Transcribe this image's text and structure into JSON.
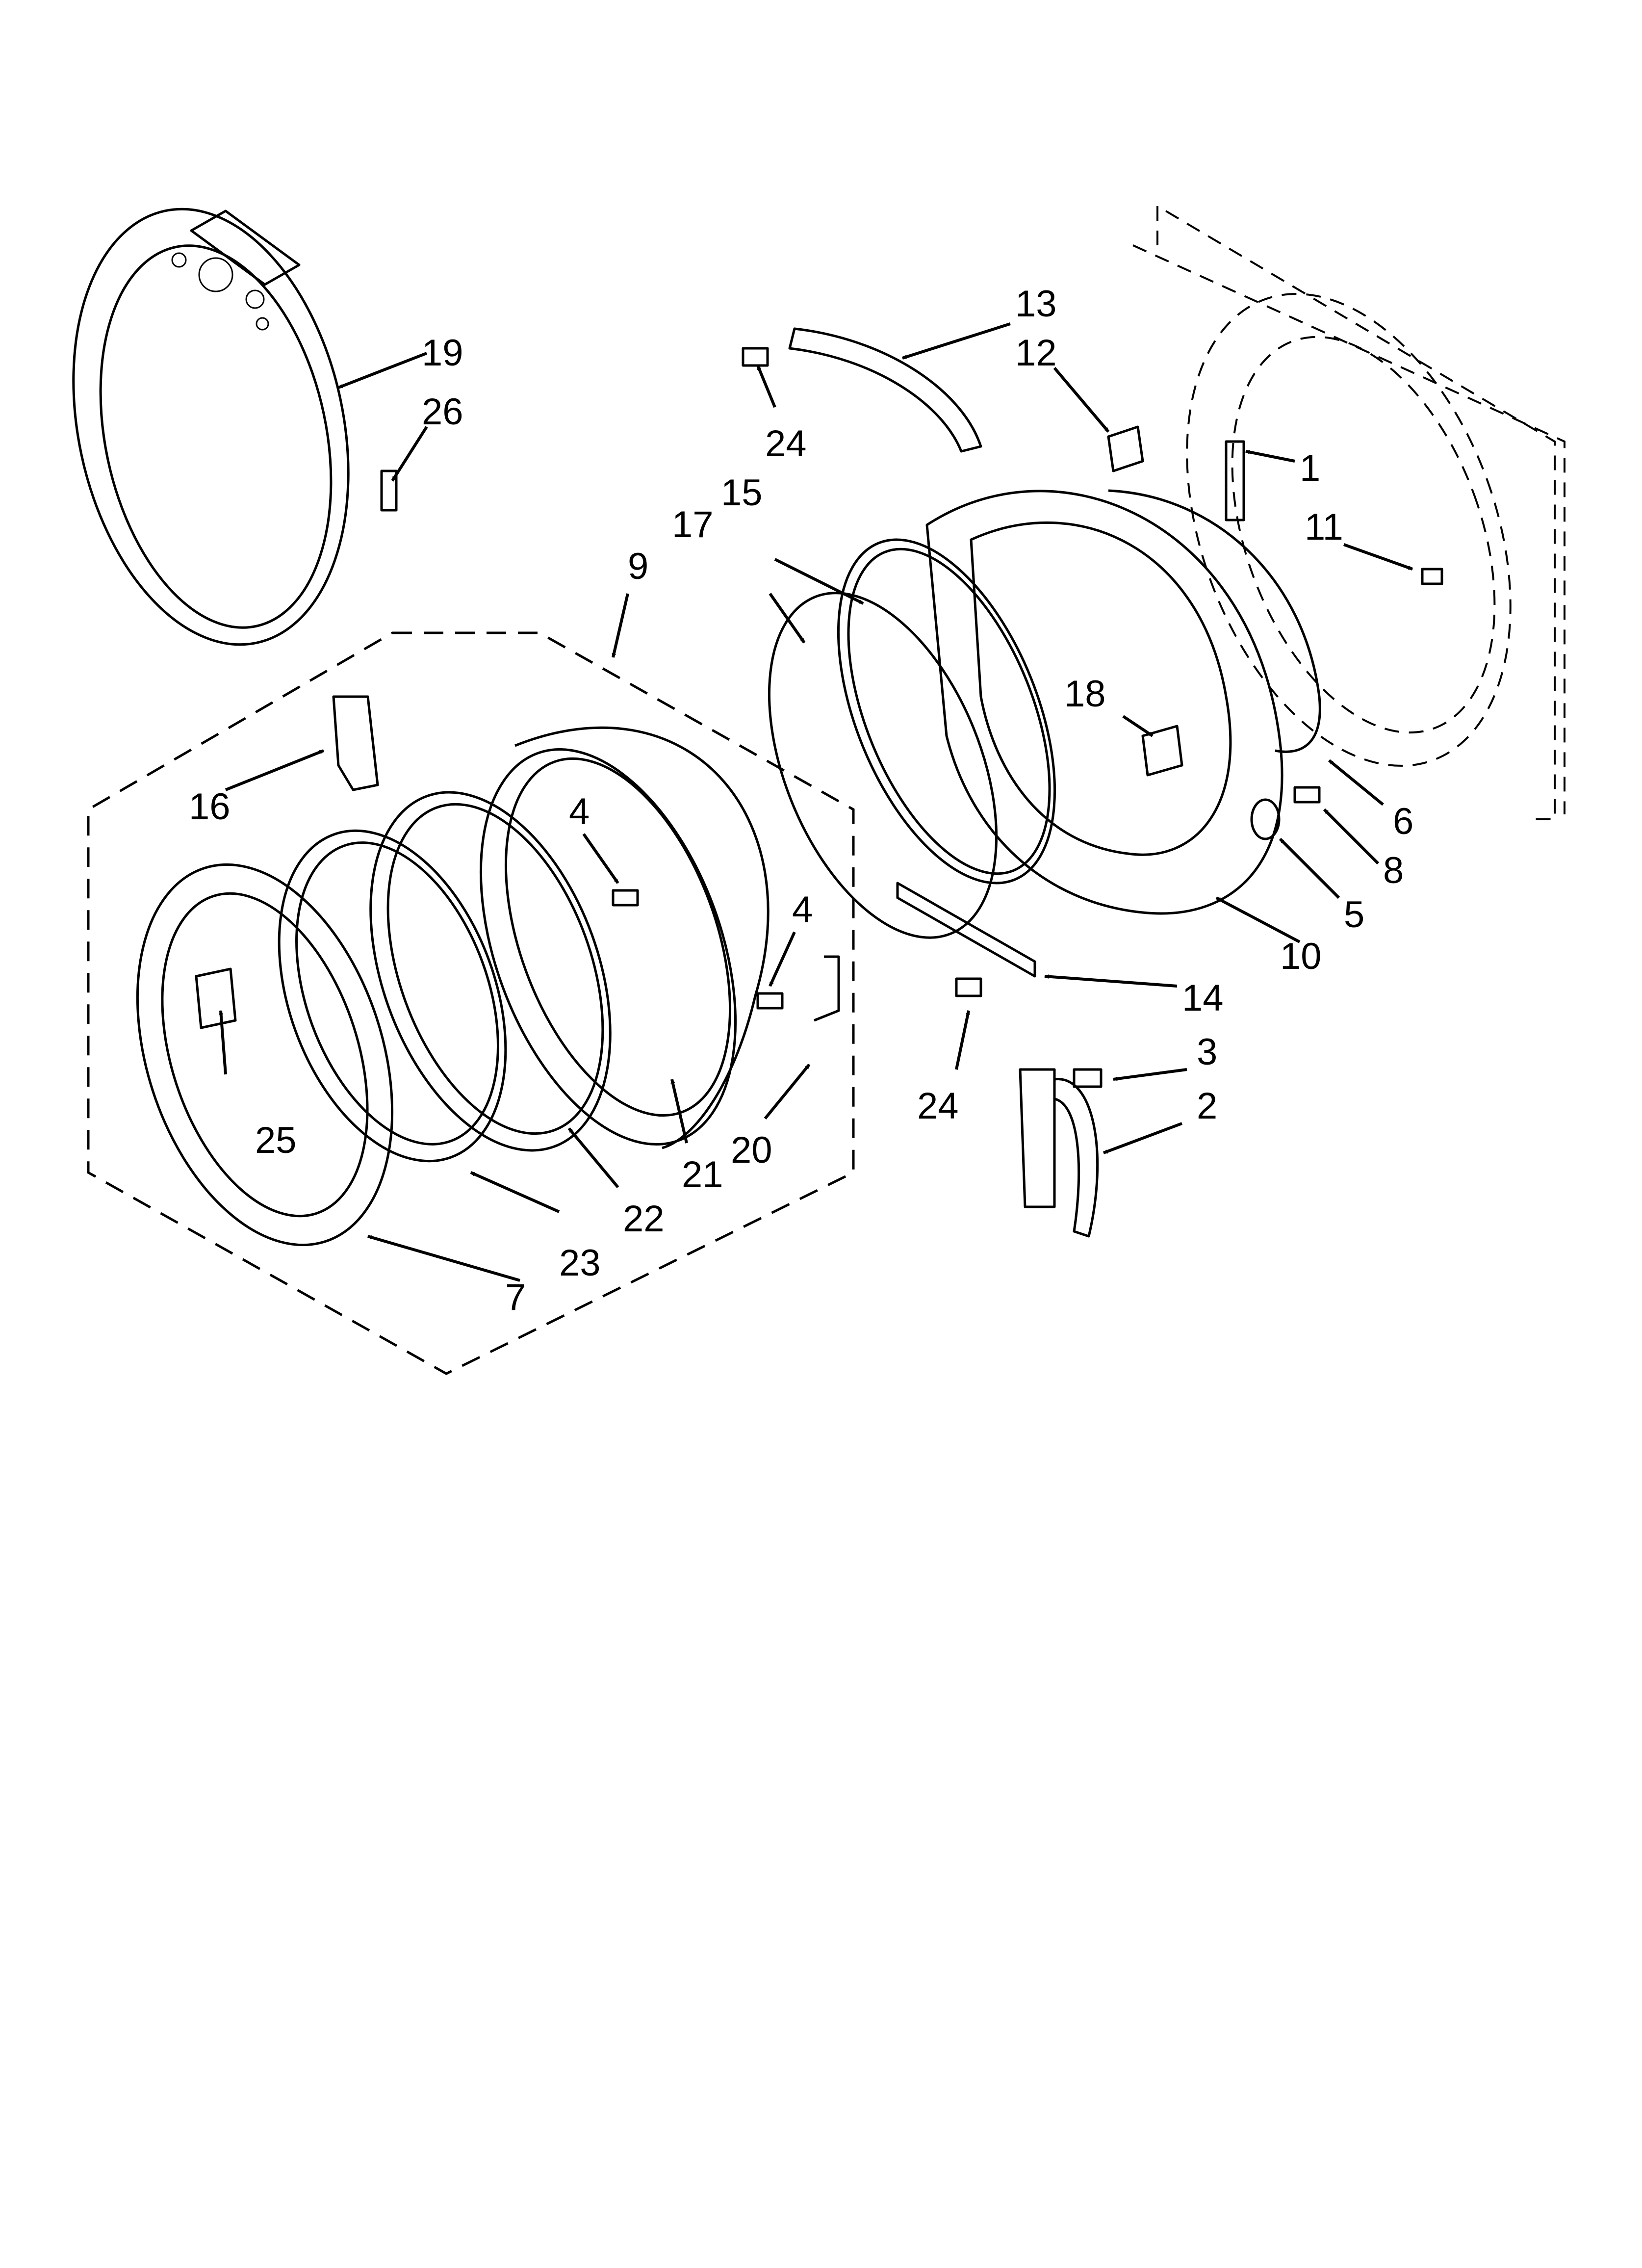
{
  "colors": {
    "ink": "#000000",
    "paper": "#ffffff"
  },
  "callouts": {
    "c1": "1",
    "c2": "2",
    "c3": "3",
    "c4a": "4",
    "c4b": "4",
    "c5": "5",
    "c6": "6",
    "c7": "7",
    "c8": "8",
    "c9": "9",
    "c10": "10",
    "c11": "11",
    "c12": "12",
    "c13": "13",
    "c14": "14",
    "c15": "15",
    "c16": "16",
    "c17": "17",
    "c18": "18",
    "c19": "19",
    "c20": "20",
    "c21": "21",
    "c22": "22",
    "c23": "23",
    "c24a": "24",
    "c24b": "24",
    "c25": "25",
    "c26": "26"
  }
}
